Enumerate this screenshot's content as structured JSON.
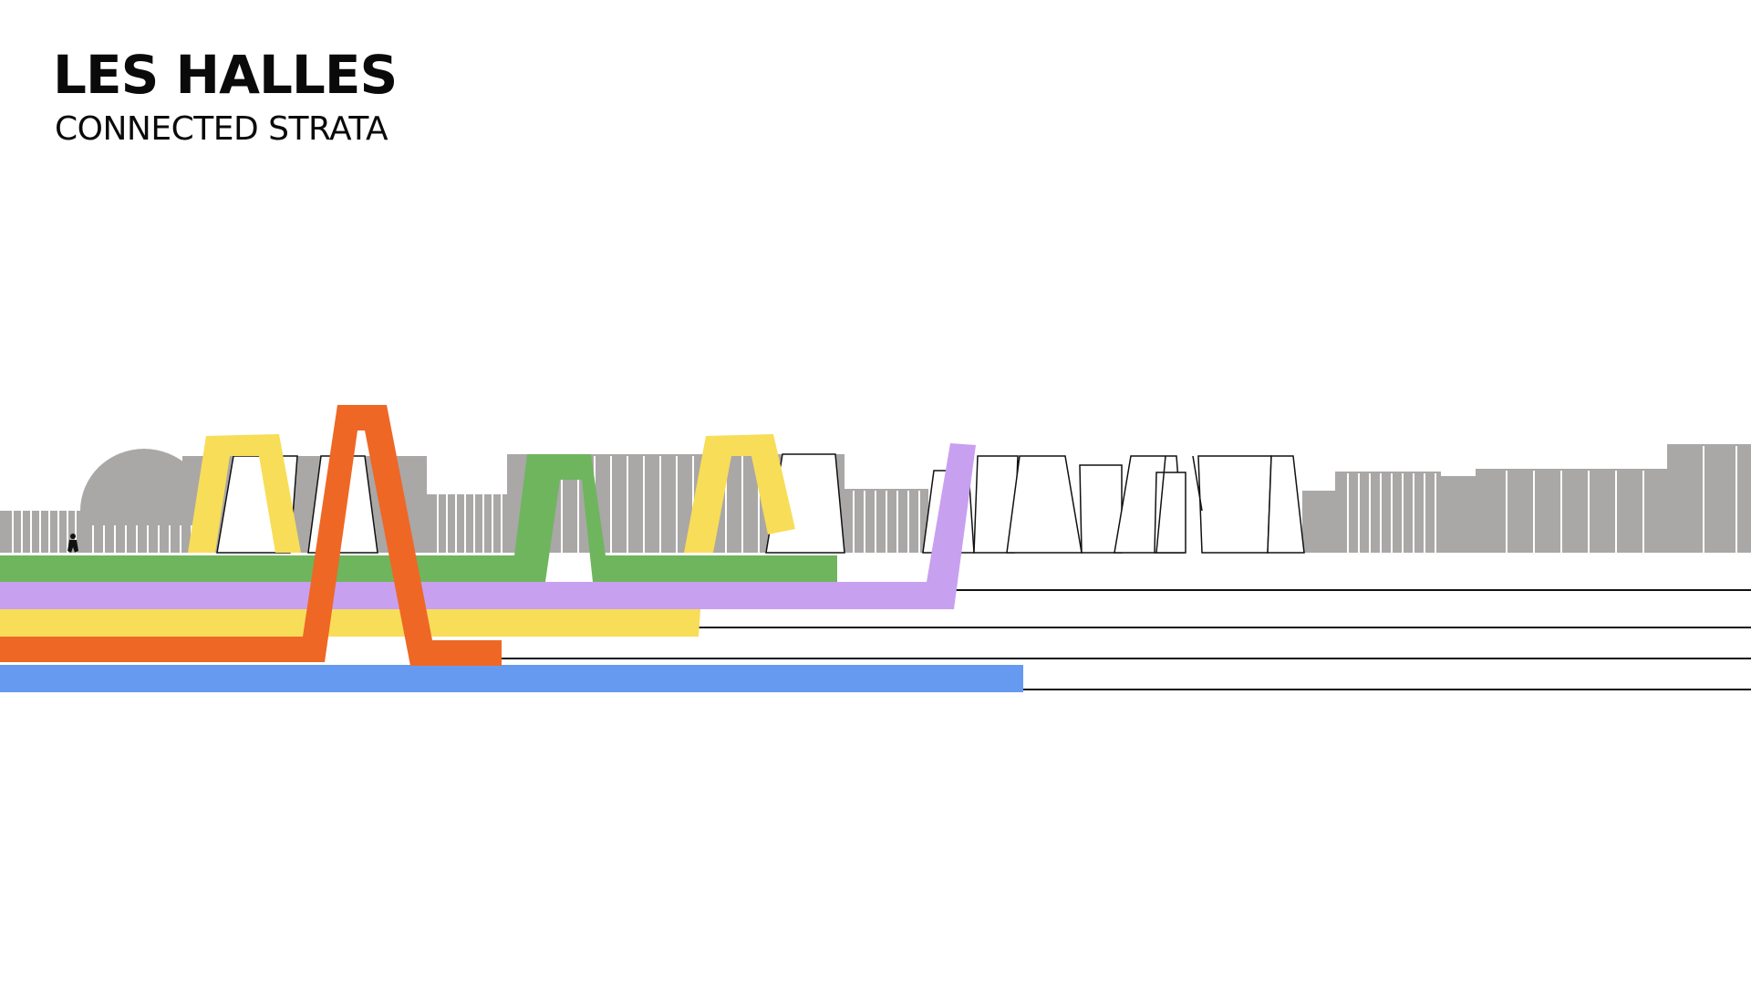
{
  "header": {
    "title": "LES HALLES",
    "subtitle": "CONNECTED STRATA"
  },
  "colors": {
    "building_grey": "#aaa7a7",
    "building_outline": "#111111",
    "green_stratum": "#6fb55e",
    "purple_stratum": "#c8a0f0",
    "yellow_stratum": "#f8dd58",
    "orange_stratum": "#ee6725",
    "blue_stratum": "#6699f0",
    "figure": "#111111"
  },
  "strata": [
    {
      "color_key": "green_stratum"
    },
    {
      "color_key": "purple_stratum"
    },
    {
      "color_key": "yellow_stratum"
    },
    {
      "color_key": "orange_stratum"
    },
    {
      "color_key": "blue_stratum"
    }
  ]
}
